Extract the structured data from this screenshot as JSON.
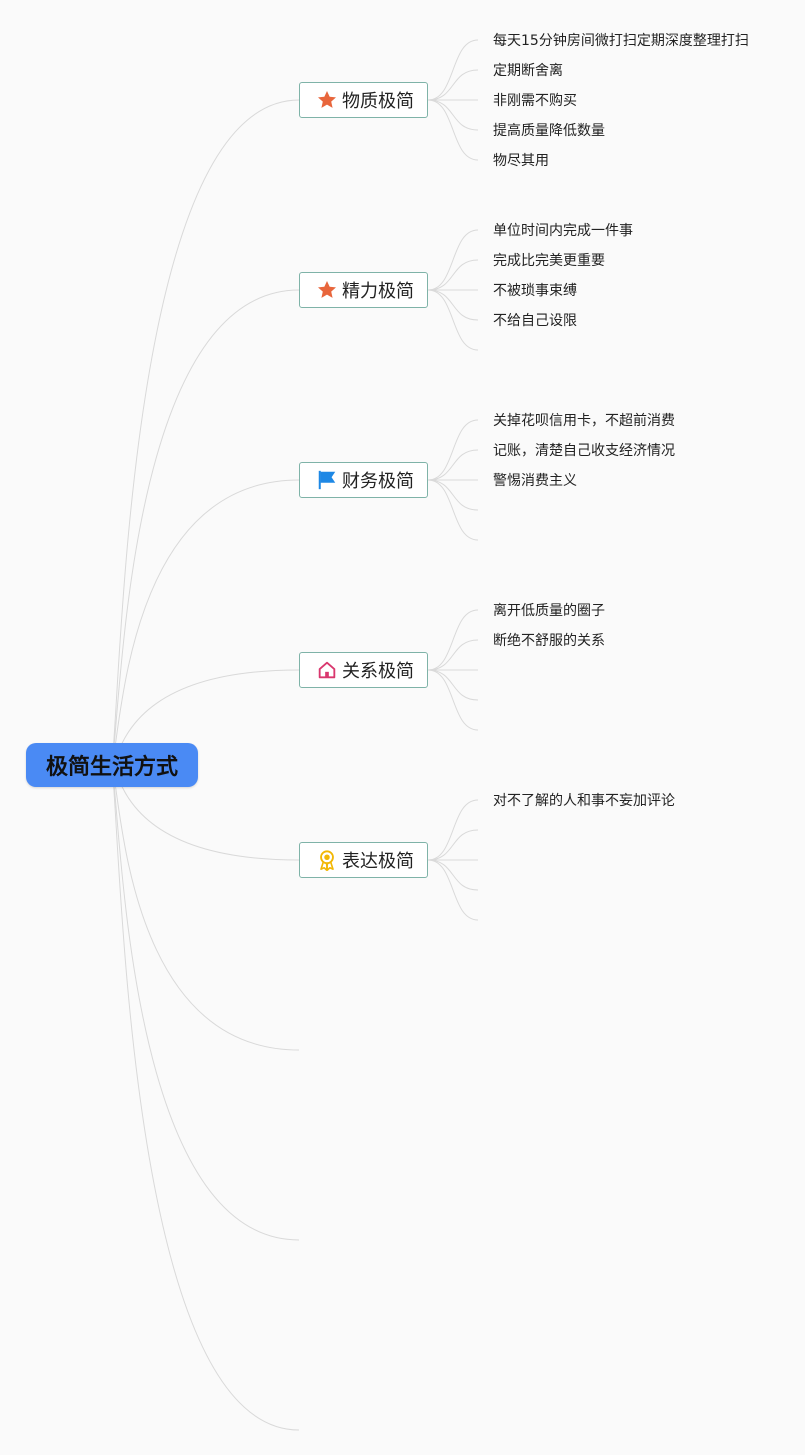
{
  "mindmap": {
    "root": {
      "label": "极简生活方式"
    },
    "branches": [
      {
        "label": "物质极简",
        "icon": "star-icon",
        "icon_color": "#e8663c",
        "leaves": [
          "每天15分钟房间微打扫定期深度整理打扫",
          "定期断舍离",
          "非刚需不购买",
          "提高质量降低数量",
          "物尽其用"
        ]
      },
      {
        "label": "精力极简",
        "icon": "star-icon",
        "icon_color": "#e8663c",
        "leaves": [
          "单位时间内完成一件事",
          "完成比完美更重要",
          "不被琐事束缚",
          "不给自己设限",
          ""
        ]
      },
      {
        "label": "财务极简",
        "icon": "flag-icon",
        "icon_color": "#1e88e5",
        "leaves": [
          "关掉花呗信用卡，不超前消费",
          "记账，清楚自己收支经济情况",
          "警惕消费主义",
          "",
          ""
        ]
      },
      {
        "label": "关系极简",
        "icon": "home-icon",
        "icon_color": "#d9376e",
        "leaves": [
          "离开低质量的圈子",
          "断绝不舒服的关系",
          "",
          "",
          ""
        ]
      },
      {
        "label": "表达极简",
        "icon": "award-icon",
        "icon_color": "#f2b705",
        "leaves": [
          "对不了解的人和事不妄加评论",
          "",
          "",
          "",
          ""
        ]
      }
    ],
    "empty_branch_count": 3,
    "colors": {
      "root_fill": "#4a8af4",
      "branch_border": "#7fb3a8",
      "link": "#d9d9d9",
      "background": "#fafafa"
    }
  }
}
